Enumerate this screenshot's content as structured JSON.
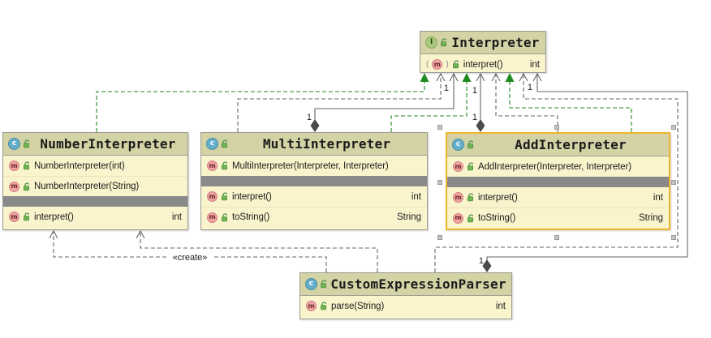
{
  "colors": {
    "node_header": "#d3d3a6",
    "node_body": "#faf4cd",
    "node_border": "#9b9b92",
    "selected_border": "#edb42d",
    "realization_green": "#1f8a1f",
    "edge_gray": "#666666",
    "separator_band": "#898989"
  },
  "classes": [
    {
      "id": "Interpreter",
      "kind": "interface",
      "kind_letter": "I",
      "name": "Interpreter",
      "selected": false,
      "rows": [
        {
          "kind": "method-abstract",
          "icon_letter": "m",
          "label": "interpret()",
          "type": "int"
        }
      ]
    },
    {
      "id": "NumberInterpreter",
      "kind": "class",
      "kind_letter": "c",
      "name": "NumberInterpreter",
      "selected": false,
      "rows": [
        {
          "kind": "method",
          "icon_letter": "m",
          "label": "NumberInterpreter(int)",
          "type": ""
        },
        {
          "kind": "method",
          "icon_letter": "m",
          "label": "NumberInterpreter(String)",
          "type": ""
        },
        {
          "kind": "separator"
        },
        {
          "kind": "method",
          "icon_letter": "m",
          "label": "interpret()",
          "type": "int"
        }
      ]
    },
    {
      "id": "MultiInterpreter",
      "kind": "class",
      "kind_letter": "c",
      "name": "MultiInterpreter",
      "selected": false,
      "rows": [
        {
          "kind": "method",
          "icon_letter": "m",
          "label": "MultiInterpreter(Interpreter, Interpreter)",
          "type": ""
        },
        {
          "kind": "separator"
        },
        {
          "kind": "method",
          "icon_letter": "m",
          "label": "interpret()",
          "type": "int"
        },
        {
          "kind": "method",
          "icon_letter": "m",
          "label": "toString()",
          "type": "String"
        }
      ]
    },
    {
      "id": "AddInterpreter",
      "kind": "class",
      "kind_letter": "c",
      "name": "AddInterpreter",
      "selected": true,
      "rows": [
        {
          "kind": "method",
          "icon_letter": "m",
          "label": "AddInterpreter(Interpreter, Interpreter)",
          "type": ""
        },
        {
          "kind": "separator"
        },
        {
          "kind": "method",
          "icon_letter": "m",
          "label": "interpret()",
          "type": "int"
        },
        {
          "kind": "method",
          "icon_letter": "m",
          "label": "toString()",
          "type": "String"
        }
      ]
    },
    {
      "id": "CustomExpressionParser",
      "kind": "class",
      "kind_letter": "c",
      "name": "CustomExpressionParser",
      "selected": false,
      "rows": [
        {
          "kind": "method",
          "icon_letter": "m",
          "label": "parse(String)",
          "type": "int"
        }
      ]
    }
  ],
  "edges": [
    {
      "id": "number-implements-interpreter",
      "type": "realization",
      "from": "NumberInterpreter",
      "to": "Interpreter",
      "labels": []
    },
    {
      "id": "multi-depends-on-interpreter",
      "type": "dependency",
      "from": "MultiInterpreter",
      "to": "Interpreter",
      "labels": []
    },
    {
      "id": "multi-aggregates-interpreter",
      "type": "aggregation",
      "from": "MultiInterpreter",
      "to": "Interpreter",
      "labels": [
        "1",
        "1"
      ]
    },
    {
      "id": "multi-implements-interpreter",
      "type": "realization",
      "from": "MultiInterpreter",
      "to": "Interpreter",
      "labels": []
    },
    {
      "id": "add-aggregates-interpreter",
      "type": "aggregation",
      "from": "AddInterpreter",
      "to": "Interpreter",
      "labels": [
        "1",
        "1"
      ]
    },
    {
      "id": "add-depends-on-interpreter",
      "type": "dependency",
      "from": "AddInterpreter",
      "to": "Interpreter",
      "labels": []
    },
    {
      "id": "add-implements-interpreter",
      "type": "realization",
      "from": "AddInterpreter",
      "to": "Interpreter",
      "labels": []
    },
    {
      "id": "parser-depends-on-interpreter",
      "type": "dependency",
      "from": "CustomExpressionParser",
      "to": "Interpreter",
      "labels": []
    },
    {
      "id": "parser-aggregates-interpreter",
      "type": "aggregation",
      "from": "CustomExpressionParser",
      "to": "Interpreter",
      "labels": [
        "1",
        "1"
      ]
    },
    {
      "id": "parser-creates-number",
      "type": "dependency",
      "from": "CustomExpressionParser",
      "to": "NumberInterpreter",
      "labels": [
        "«create»"
      ]
    },
    {
      "id": "parser-depends-on-number",
      "type": "dependency",
      "from": "CustomExpressionParser",
      "to": "NumberInterpreter",
      "labels": []
    }
  ]
}
